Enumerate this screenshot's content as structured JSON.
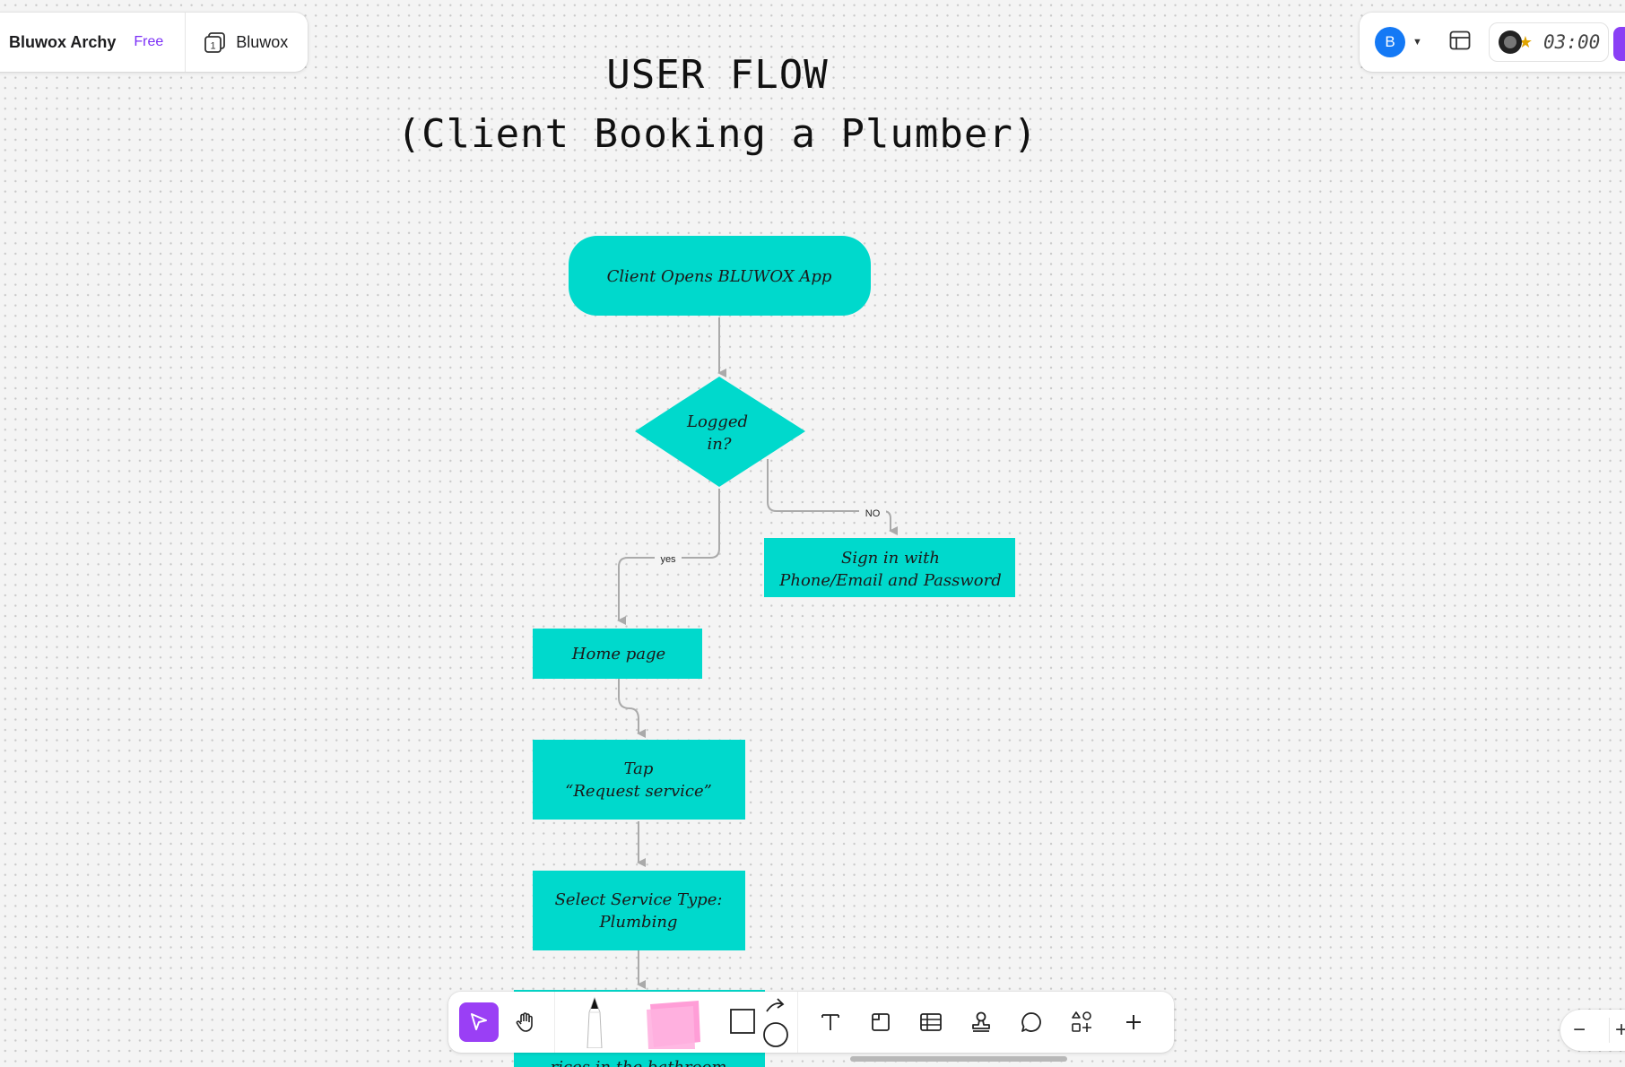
{
  "board": {
    "name": "Bluwox Archy",
    "plan": "Free",
    "workspace": "Bluwox",
    "workspace_badge": "1"
  },
  "topbar": {
    "avatar_initial": "B",
    "timer": "03:00"
  },
  "title": {
    "line1": "USER FLOW",
    "line2": "(Client Booking a Plumber)"
  },
  "flow": {
    "node_color": "#00d9cc",
    "edge_color": "#aaaaaa",
    "nodes": {
      "start": "Client Opens BLUWOX App",
      "decision_line1": "Logged",
      "decision_line2": "in?",
      "signin_line1": "Sign in with",
      "signin_line2": "Phone/Email and Password",
      "home": "Home page",
      "tap_line1": "Tap",
      "tap_line2": "“Request service”",
      "select_line1": "Select Service Type:",
      "select_line2": "Plumbing",
      "partial": "rices in the bathroom"
    },
    "edges": {
      "no": "NO",
      "yes": "yes"
    }
  },
  "toolbar": {
    "tools": [
      "select-tool",
      "hand-tool",
      "pen-tool",
      "sticky-note-tool",
      "shape-tool",
      "text-tool",
      "frame-tool",
      "table-tool",
      "stamp-tool",
      "comment-tool",
      "more-tools",
      "add-tool"
    ],
    "accent": "#9a3ff5"
  },
  "zoom": {
    "minus": "−",
    "plus": "+"
  }
}
